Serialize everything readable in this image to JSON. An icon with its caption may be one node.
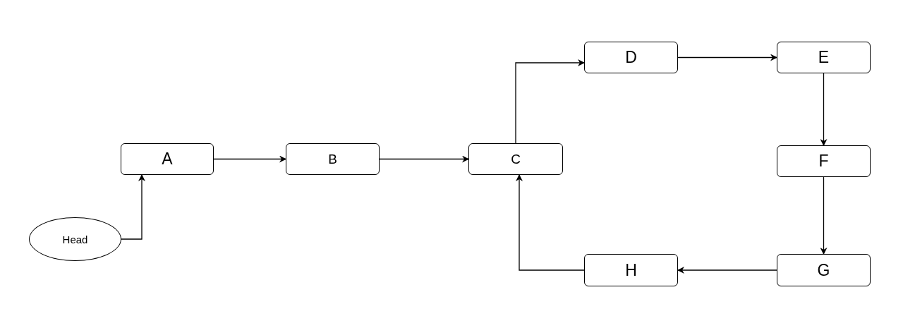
{
  "diagram": {
    "nodes": [
      {
        "text": [
          "Head"
        ]
      },
      {
        "text": [
          "A"
        ]
      },
      {
        "text": [
          "B"
        ]
      },
      {
        "text": [
          "C"
        ]
      },
      {
        "text": [
          "D"
        ]
      },
      {
        "text": [
          "E"
        ]
      },
      {
        "text": [
          "F"
        ]
      },
      {
        "text": [
          "G"
        ]
      },
      {
        "text": [
          "H"
        ]
      }
    ],
    "edges": [
      {
        "from": 0,
        "to": 1,
        "arrow": "to"
      },
      {
        "from": 1,
        "to": 2,
        "arrow": "to"
      },
      {
        "from": 2,
        "to": 3,
        "arrow": "to"
      },
      {
        "from": 3,
        "to": 4,
        "arrow": "to"
      },
      {
        "from": 4,
        "to": 5,
        "arrow": "to"
      },
      {
        "from": 5,
        "to": 6,
        "arrow": "to"
      },
      {
        "from": 6,
        "to": 7,
        "arrow": "to"
      },
      {
        "from": 7,
        "to": 8,
        "arrow": "to"
      },
      {
        "from": 8,
        "to": 3,
        "arrow": "to"
      }
    ]
  }
}
